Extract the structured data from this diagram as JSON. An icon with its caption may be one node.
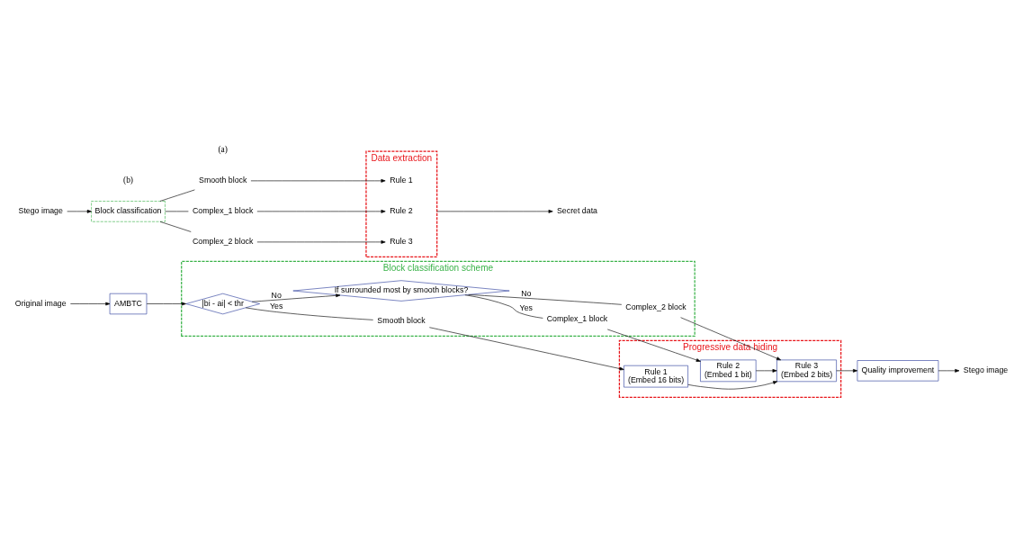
{
  "diagram": {
    "nodes": [
      {
        "text": [
          "Block classification scheme"
        ]
      },
      {
        "text": [
          "Progressive data hiding"
        ]
      },
      {
        "text": [
          "Original image"
        ]
      },
      {
        "text": [
          "AMBTC"
        ]
      },
      {
        "text": [
          "|bi - ai| < thr"
        ],
        "in": 0
      },
      {
        "text": [
          "Smooth block"
        ],
        "in": 0
      },
      {
        "text": [
          "Complex_1 block"
        ],
        "in": 0
      },
      {
        "text": [
          "If surrounded most by smooth blocks?"
        ],
        "in": 0
      },
      {
        "text": [
          "Complex_2 block"
        ],
        "in": 0
      },
      {
        "text": [
          "Rule 1",
          "(Embed 16 bits)"
        ],
        "in": 1
      },
      {
        "text": [
          "Rule 2",
          "(Embed 1 bit)"
        ],
        "in": 1
      },
      {
        "text": [
          "Rule 3",
          "(Embed 2 bits)"
        ],
        "in": 1
      },
      {
        "text": [
          "Quality improvement"
        ]
      },
      {
        "text": [
          "Stego image"
        ]
      },
      {
        "text": [
          "Stego image"
        ]
      },
      {
        "text": [
          "Block classification"
        ]
      },
      {
        "text": [
          "Smooth block"
        ]
      },
      {
        "text": [
          "Complex_1 block"
        ]
      },
      {
        "text": [
          "Complex_2 block"
        ]
      },
      {
        "text": [
          "Data extraction"
        ]
      },
      {
        "text": [
          "Rule 1"
        ],
        "in": 19
      },
      {
        "text": [
          "Rule 2"
        ],
        "in": 19
      },
      {
        "text": [
          "Rule 3"
        ],
        "in": 19
      },
      {
        "text": [
          "Secret data"
        ]
      }
    ],
    "edges": [
      {
        "from": 2,
        "to": 3,
        "arrow": "to"
      },
      {
        "from": 3,
        "to": 4,
        "arrow": "to"
      },
      {
        "from": 4,
        "to": 5,
        "arrow": "none",
        "label": "Yes"
      },
      {
        "from": 4,
        "to": 7,
        "arrow": "to",
        "label": "No"
      },
      {
        "from": 7,
        "to": 6,
        "arrow": "none",
        "label": "Yes"
      },
      {
        "from": 7,
        "to": 8,
        "arrow": "none",
        "label": "No"
      },
      {
        "from": 5,
        "to": 9,
        "arrow": "to"
      },
      {
        "from": 6,
        "to": 10,
        "arrow": "to"
      },
      {
        "from": 8,
        "to": 11,
        "arrow": "to"
      },
      {
        "from": 9,
        "to": 11,
        "arrow": "to"
      },
      {
        "from": 10,
        "to": 11,
        "arrow": "to"
      },
      {
        "from": 11,
        "to": 12,
        "arrow": "to"
      },
      {
        "from": 12,
        "to": 13,
        "arrow": "to"
      },
      {
        "from": 14,
        "to": 15,
        "arrow": "to"
      },
      {
        "from": 15,
        "to": 16,
        "arrow": "none"
      },
      {
        "from": 15,
        "to": 17,
        "arrow": "none"
      },
      {
        "from": 15,
        "to": 18,
        "arrow": "none"
      },
      {
        "from": 16,
        "to": 20,
        "arrow": "to"
      },
      {
        "from": 17,
        "to": 21,
        "arrow": "to"
      },
      {
        "from": 18,
        "to": 22,
        "arrow": "to"
      },
      {
        "from": 19,
        "to": 23,
        "arrow": "to"
      }
    ],
    "labels": [
      "(a)",
      "(b)"
    ]
  }
}
